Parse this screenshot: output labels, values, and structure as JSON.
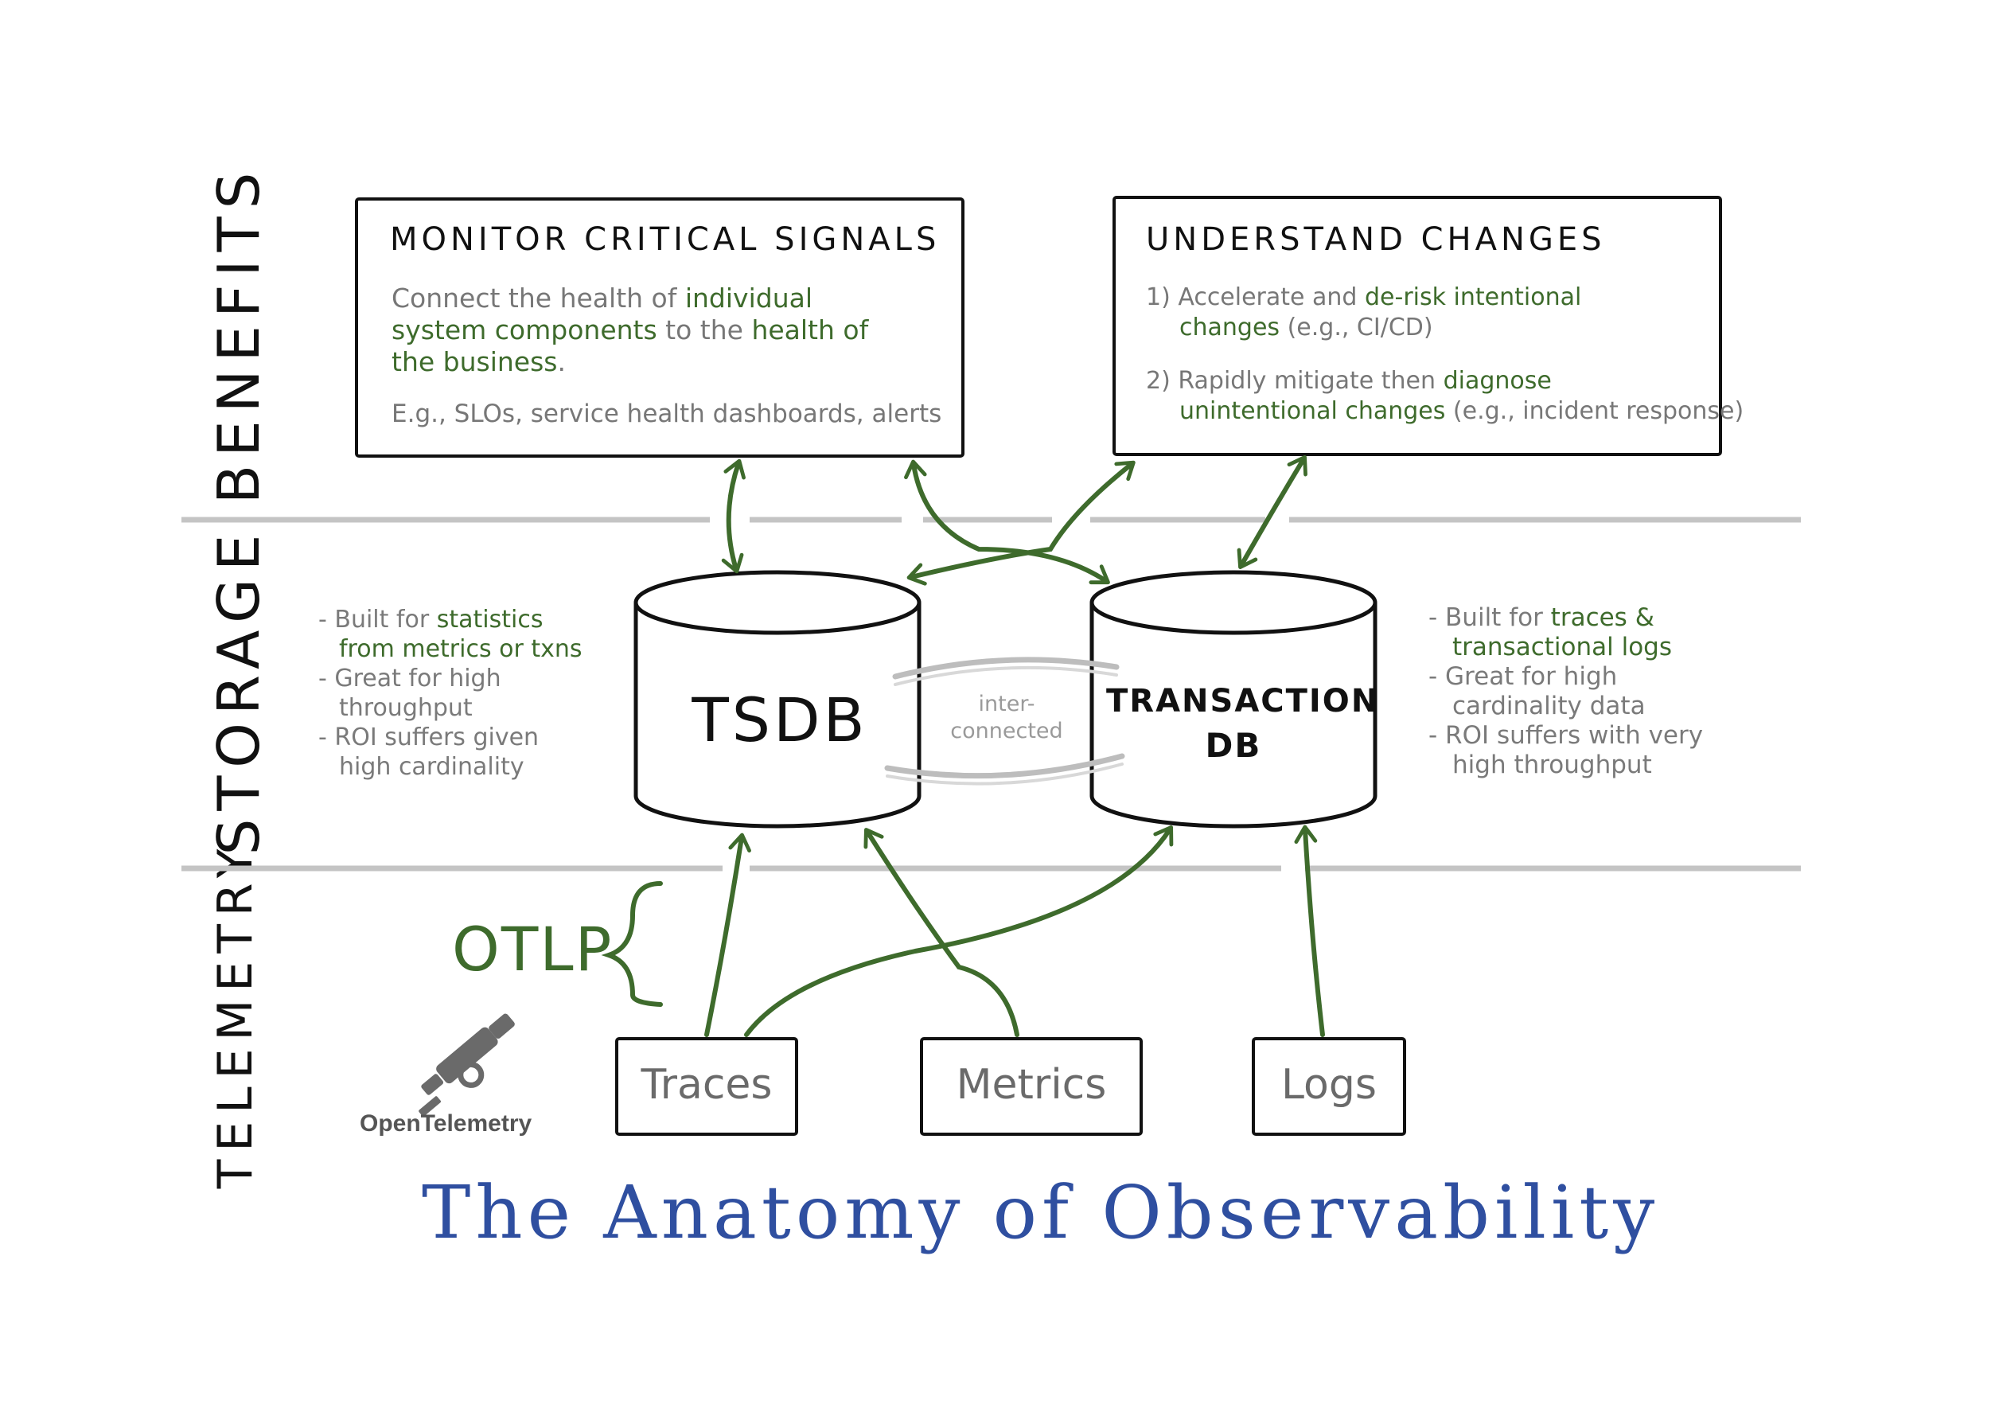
{
  "rows": {
    "benefits": "BENEFITS",
    "storage": "STORAGE",
    "telemetry": "TELEMETRY"
  },
  "boxes": {
    "monitor": {
      "title": "MONITOR CRITICAL SIGNALS",
      "line1_gray": "Connect the health of ",
      "line1_green": "individual",
      "line2_green": "system components",
      "line2_gray": " to the ",
      "line2_green_b": "health of",
      "line3_green": "the business",
      "line3_gray": ".",
      "example": "E.g., SLOs, service health dashboards, alerts"
    },
    "understand": {
      "title": "UNDERSTAND CHANGES",
      "item1_gray": "1) Accelerate and ",
      "item1_green": "de-risk intentional",
      "item1b_green": "changes",
      "item1b_gray": " (e.g., CI/CD)",
      "item2_gray": "2) Rapidly mitigate then ",
      "item2_green": "diagnose",
      "item2b_green": "unintentional changes",
      "item2b_gray": " (e.g., incident response)"
    }
  },
  "storage": {
    "tsdb": "TSDB",
    "txn_line1": "TRANSACTION",
    "txn_line2": "DB",
    "link_line1": "inter-",
    "link_line2": "connected",
    "tsdb_notes": {
      "l1_gray": "- Built for ",
      "l1_green": "statistics",
      "l2_green": "from metrics or txns",
      "l3": "- Great for high",
      "l4": "throughput",
      "l5": "- ROI suffers given",
      "l6": "high cardinality"
    },
    "txn_notes": {
      "l1_gray": "- Built for ",
      "l1_green": "traces &",
      "l2_green": "transactional logs",
      "l3": "- Great for high",
      "l4": "cardinality data",
      "l5": "- ROI suffers with very",
      "l6": "high throughput"
    }
  },
  "telemetry": {
    "otlp": "OTLP",
    "sources": [
      "Traces",
      "Metrics",
      "Logs"
    ],
    "logo_text": "OpenTelemetry"
  },
  "footer": {
    "title": "The Anatomy of Observability"
  },
  "colors": {
    "arrow_green": "#3e6b2c",
    "divider_gray": "#c4c4c4",
    "title_blue": "#2f4fa0",
    "text_gray": "#777777"
  }
}
